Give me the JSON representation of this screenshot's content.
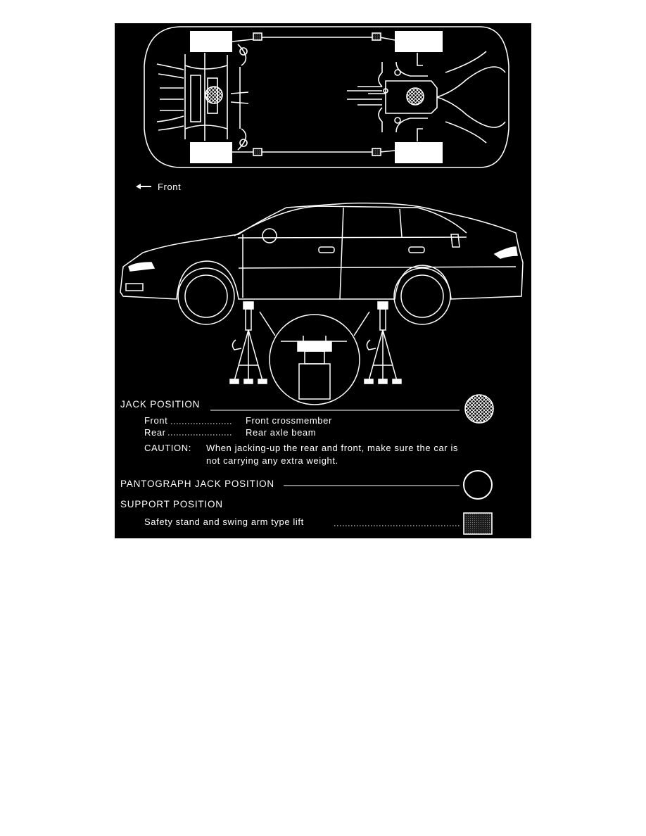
{
  "diagram": {
    "front_label": "Front",
    "jack_position": {
      "heading": "JACK POSITION",
      "rows": [
        {
          "part": "Front",
          "location": "Front crossmember"
        },
        {
          "part": "Rear",
          "location": "Rear axle beam"
        }
      ],
      "caution_label": "CAUTION:",
      "caution_line1": "When jacking-up the rear and front, make sure the car is",
      "caution_line2": "not carrying any extra weight."
    },
    "pantograph": {
      "heading": "PANTOGRAPH JACK POSITION"
    },
    "support": {
      "heading": "SUPPORT POSITION",
      "item": "Safety stand and swing arm type lift"
    },
    "colors": {
      "background": "#000000",
      "ink": "#ffffff",
      "page": "#ffffff"
    }
  }
}
